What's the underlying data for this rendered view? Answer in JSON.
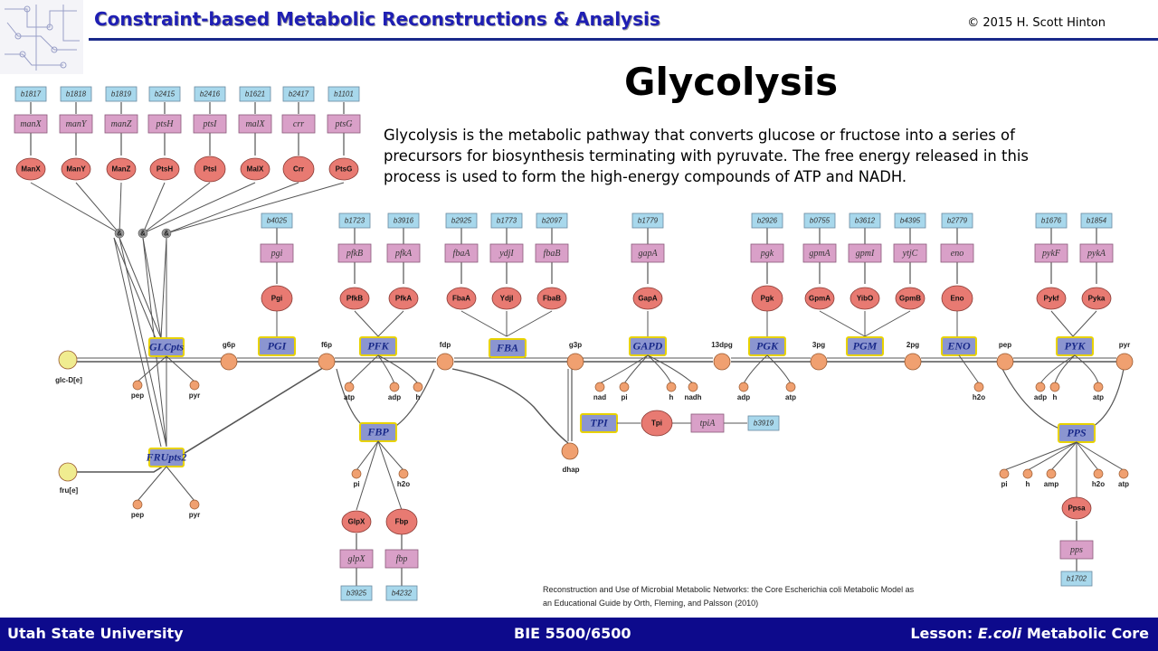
{
  "header": {
    "title": "Constraint-based Metabolic Reconstructions & Analysis",
    "copyright": "© 2015 H. Scott Hinton"
  },
  "slide": {
    "title": "Glycolysis",
    "description": "Glycolysis is the metabolic pathway that converts glucose or fructose into a series of precursors for biosynthesis terminating with pyruvate. The free energy released in this process is used to form the high-energy compounds of ATP and NADH.",
    "citation": "Reconstruction and Use of Microbial Metabolic Networks: the Core Escherichia coli Metabolic Model as an Educational Guide by Orth, Fleming, and Palsson (2010)"
  },
  "footer": {
    "left": "Utah State University",
    "center": "BIE 5500/6500",
    "right_prefix": "Lesson: ",
    "right_italic": "E.coli",
    "right_suffix": " Metabolic Core"
  },
  "colors": {
    "header_text": "#1f1fb4",
    "footer_bg": "#0d0a8c",
    "bnumber_fill": "#a8d8ec",
    "gene_fill": "#d9a0c8",
    "protein_fill": "#e87a72",
    "reaction_fill": "#8b95d0",
    "reaction_border": "#e8d200",
    "metabolite_fill": "#f0a070",
    "external_fill": "#f0ec90",
    "edge": "#555555"
  },
  "diagram": {
    "transport": {
      "bnumbers": [
        "b1817",
        "b1818",
        "b1819",
        "b2415",
        "b2416",
        "b1621",
        "b2417",
        "b1101"
      ],
      "genes": [
        "manX",
        "manY",
        "manZ",
        "ptsH",
        "ptsI",
        "malX",
        "crr",
        "ptsG"
      ],
      "proteins": [
        "ManX",
        "ManY",
        "ManZ",
        "PtsH",
        "PtsI",
        "MalX",
        "Crr",
        "PtsG"
      ],
      "complex_markers": [
        "&",
        "&",
        "&"
      ]
    },
    "gene_groups": [
      {
        "bnumbers": [
          "b4025"
        ],
        "genes": [
          "pgi"
        ],
        "proteins": [
          "Pgi"
        ]
      },
      {
        "bnumbers": [
          "b1723",
          "b3916"
        ],
        "genes": [
          "pfkB",
          "pfkA"
        ],
        "proteins": [
          "PfkB",
          "PfkA"
        ]
      },
      {
        "bnumbers": [
          "b2925",
          "b1773",
          "b2097"
        ],
        "genes": [
          "fbaA",
          "ydjI",
          "fbaB"
        ],
        "proteins": [
          "FbaA",
          "YdjI",
          "FbaB"
        ]
      },
      {
        "bnumbers": [
          "b1779"
        ],
        "genes": [
          "gapA"
        ],
        "proteins": [
          "GapA"
        ]
      },
      {
        "bnumbers": [
          "b2926"
        ],
        "genes": [
          "pgk"
        ],
        "proteins": [
          "Pgk"
        ]
      },
      {
        "bnumbers": [
          "b0755",
          "b3612",
          "b4395"
        ],
        "genes": [
          "gpmA",
          "gpmI",
          "ytjC"
        ],
        "proteins": [
          "GpmA",
          "YibO",
          "GpmB"
        ]
      },
      {
        "bnumbers": [
          "b2779"
        ],
        "genes": [
          "eno"
        ],
        "proteins": [
          "Eno"
        ]
      },
      {
        "bnumbers": [
          "b1676",
          "b1854"
        ],
        "genes": [
          "pykF",
          "pykA"
        ],
        "proteins": [
          "Pykf",
          "Pyka"
        ]
      }
    ],
    "reactions": [
      "GLCpts",
      "PGI",
      "PFK",
      "FBA",
      "GAPD",
      "PGK",
      "PGM",
      "ENO",
      "PYK",
      "FBP",
      "FRUpts2",
      "TPI",
      "PPS"
    ],
    "main_metabolites": [
      "g6p",
      "f6p",
      "fdp",
      "g3p",
      "13dpg",
      "3pg",
      "2pg",
      "pep",
      "pyr",
      "dhap"
    ],
    "external_metabolites": [
      "glc-D[e]",
      "fru[e]"
    ],
    "side_metabolites": {
      "glcpts": [
        "pep",
        "pyr"
      ],
      "frupts": [
        "pep",
        "pyr"
      ],
      "pfk": [
        "atp",
        "adp",
        "h"
      ],
      "fbp": [
        "pi",
        "h2o"
      ],
      "gapd": [
        "nad",
        "pi",
        "h",
        "nadh"
      ],
      "pgk": [
        "adp",
        "atp"
      ],
      "eno": [
        "h2o"
      ],
      "pyk": [
        "adp",
        "h",
        "atp"
      ],
      "pps": [
        "pi",
        "h",
        "amp",
        "h2o",
        "atp"
      ]
    },
    "fbp_branch": {
      "proteins": [
        "GlpX",
        "Fbp"
      ],
      "genes": [
        "glpX",
        "fbp"
      ],
      "bnumbers": [
        "b3925",
        "b4232"
      ]
    },
    "tpi_branch": {
      "protein": "Tpi",
      "gene": "tpiA",
      "bnumber": "b3919"
    },
    "pps_branch": {
      "protein": "Ppsa",
      "gene": "pps",
      "bnumber": "b1702"
    }
  }
}
